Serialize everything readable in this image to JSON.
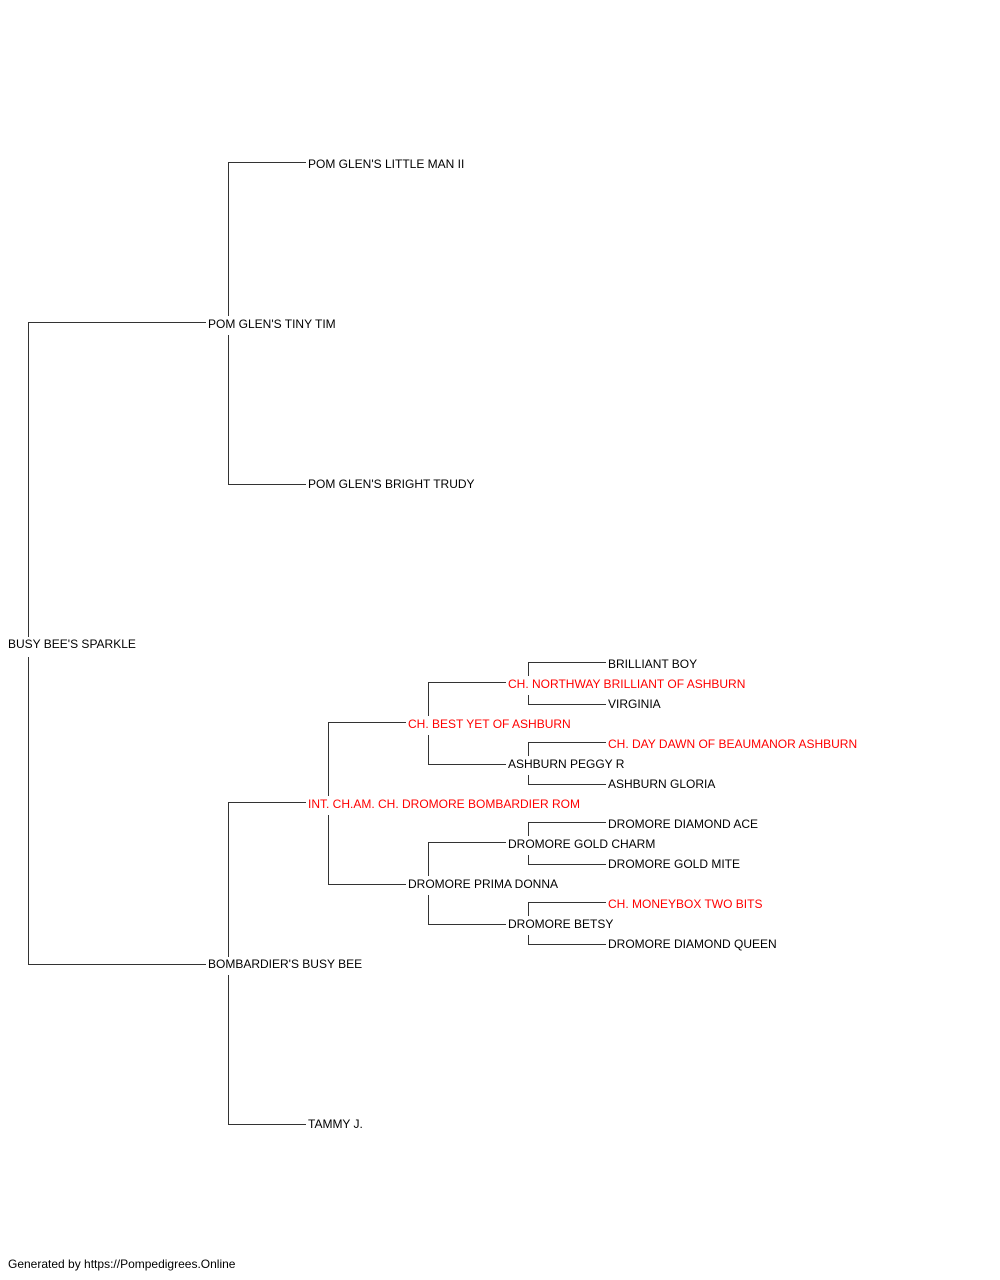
{
  "colors": {
    "champion": "#ff0000",
    "regular": "#000000",
    "line": "#333333"
  },
  "pedigree": {
    "subject": {
      "name": "BUSY BEE'S SPARKLE",
      "champion": false
    },
    "sire": {
      "name": "POM GLEN'S TINY TIM",
      "champion": false
    },
    "sire_sire": {
      "name": "POM GLEN'S LITTLE MAN II",
      "champion": false
    },
    "sire_dam": {
      "name": "POM GLEN'S BRIGHT TRUDY",
      "champion": false
    },
    "dam": {
      "name": "BOMBARDIER'S BUSY BEE",
      "champion": false
    },
    "dam_sire": {
      "name": "INT. CH.AM. CH. DROMORE BOMBARDIER ROM",
      "champion": true
    },
    "dam_dam": {
      "name": "TAMMY J.",
      "champion": false
    },
    "dam_sire_sire": {
      "name": "CH. BEST YET OF ASHBURN",
      "champion": true
    },
    "dam_sire_dam": {
      "name": "DROMORE PRIMA DONNA",
      "champion": false
    },
    "dam_sire_sire_sire": {
      "name": "CH. NORTHWAY BRILLIANT OF ASHBURN",
      "champion": true
    },
    "dam_sire_sire_dam": {
      "name": "ASHBURN PEGGY R",
      "champion": false
    },
    "dam_sire_dam_sire": {
      "name": "DROMORE GOLD CHARM",
      "champion": false
    },
    "dam_sire_dam_dam": {
      "name": "DROMORE BETSY",
      "champion": false
    },
    "dam_sire_sire_sire_sire": {
      "name": "BRILLIANT BOY",
      "champion": false
    },
    "dam_sire_sire_sire_dam": {
      "name": "VIRGINIA",
      "champion": false
    },
    "dam_sire_sire_dam_sire": {
      "name": "CH. DAY DAWN OF BEAUMANOR ASHBURN",
      "champion": true
    },
    "dam_sire_sire_dam_dam": {
      "name": "ASHBURN GLORIA",
      "champion": false
    },
    "dam_sire_dam_sire_sire": {
      "name": "DROMORE DIAMOND ACE",
      "champion": false
    },
    "dam_sire_dam_sire_dam": {
      "name": "DROMORE GOLD MITE",
      "champion": false
    },
    "dam_sire_dam_dam_sire": {
      "name": "CH. MONEYBOX TWO BITS",
      "champion": true
    },
    "dam_sire_dam_dam_dam": {
      "name": "DROMORE DIAMOND QUEEN",
      "champion": false
    }
  },
  "footer": "Generated by https://Pompedigrees.Online"
}
